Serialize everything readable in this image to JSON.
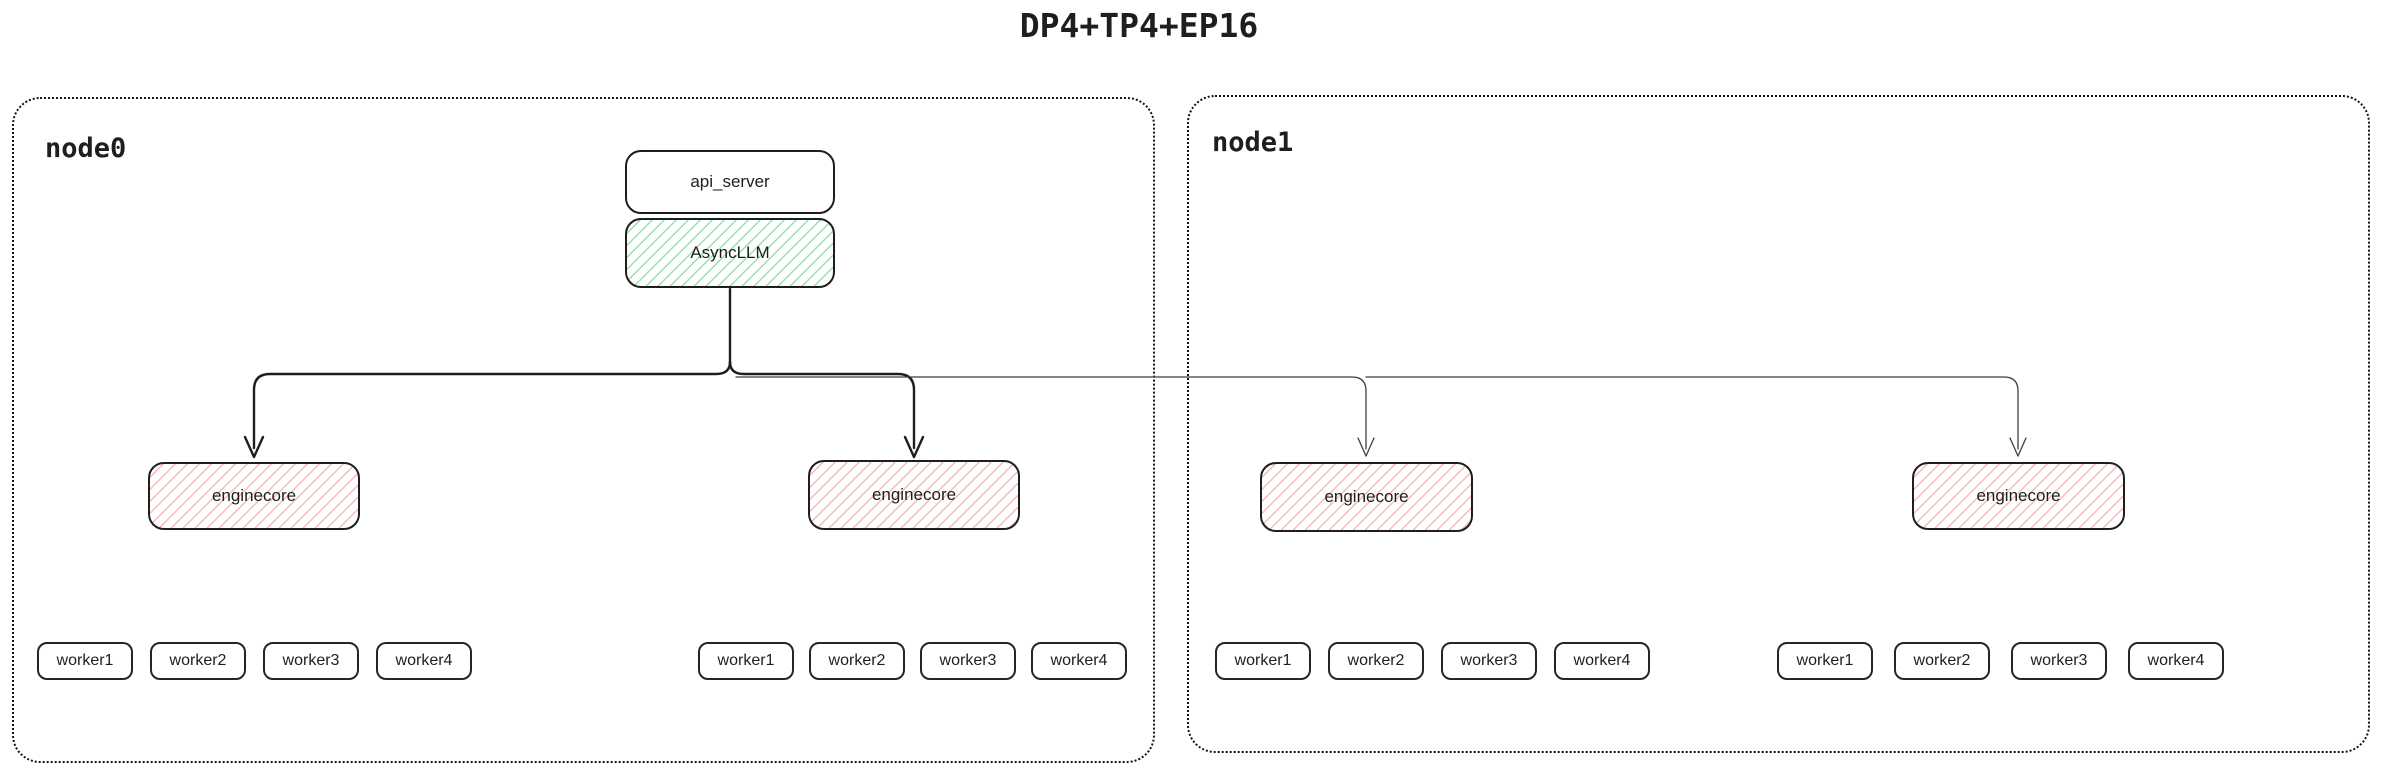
{
  "title": "DP4+TP4+EP16",
  "colors": {
    "stroke": "#1e1e1e",
    "thin_line": "#3f3f3f",
    "green_hatch": "#95e2a7",
    "red_hatch": "#f6baba",
    "border_dotted": "#141414"
  },
  "node0": {
    "label": "node0",
    "api_server_label": "api_server",
    "asyncllm_label": "AsyncLLM",
    "enginecores": [
      "enginecore",
      "enginecore"
    ],
    "worker_groups": [
      [
        "worker1",
        "worker2",
        "worker3",
        "worker4"
      ],
      [
        "worker1",
        "worker2",
        "worker3",
        "worker4"
      ]
    ]
  },
  "node1": {
    "label": "node1",
    "enginecores": [
      "enginecore",
      "enginecore"
    ],
    "worker_groups": [
      [
        "worker1",
        "worker2",
        "worker3",
        "worker4"
      ],
      [
        "worker1",
        "worker2",
        "worker3",
        "worker4"
      ]
    ]
  }
}
